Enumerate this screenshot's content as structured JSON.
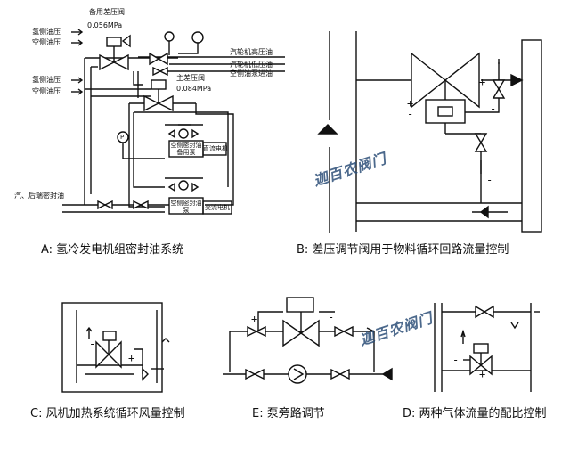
{
  "diagram_a": {
    "labels": {
      "backup_valve": "备用差压阀",
      "pressure_backup": "0.056MPa",
      "hydrogen_oil_top": "氢侧油压",
      "air_oil_top": "空侧油压",
      "turbine_high": "汽轮机高压油",
      "turbine_low": "汽轮机低压油",
      "air_pump_inlet": "空侧油泵进油",
      "hydrogen_oil_mid": "氢侧油压",
      "air_oil_mid": "空侧油压",
      "main_valve": "主差压阀",
      "pressure_main": "0.084MPa",
      "pump_backup": "空侧密封油备用泵",
      "dc_motor": "直流电机",
      "seal_oil": "汽、后端密封油",
      "pump_main": "空侧密封油泵",
      "ac_motor": "交流电机",
      "gauge_p": "P"
    },
    "caption": "A: 氢冷发电机组密封油系统"
  },
  "diagram_b": {
    "caption": "B: 差压调节阀用于物料循环回路流量控制"
  },
  "diagram_c": {
    "caption": "C: 风机加热系统循环风量控制"
  },
  "diagram_e": {
    "caption": "E: 泵旁路调节"
  },
  "diagram_d": {
    "caption": "D: 两种气体流量的配比控制"
  },
  "watermarks": [
    "迦百农阀门",
    "迦百农阀门"
  ],
  "signs": {
    "plus": "+",
    "minus": "-"
  }
}
